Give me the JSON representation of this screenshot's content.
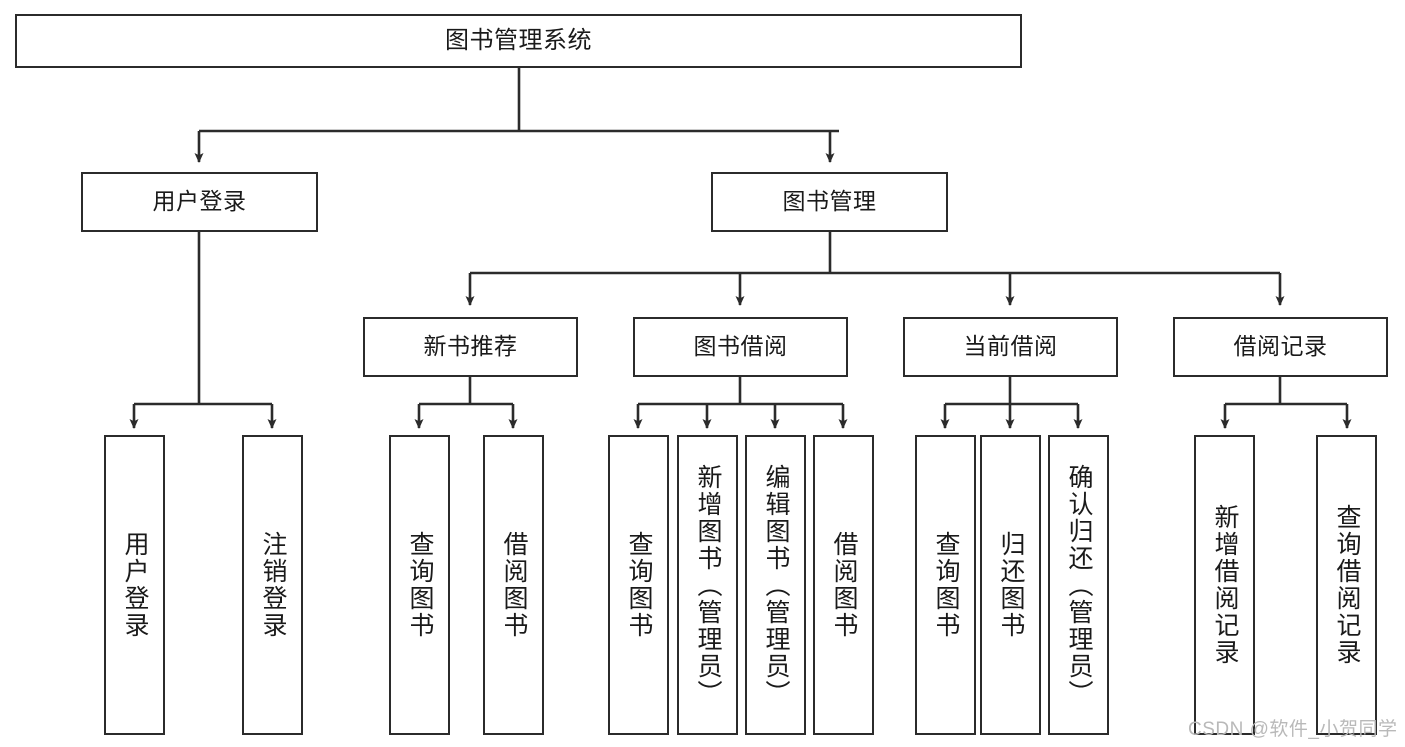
{
  "diagram": {
    "type": "hierarchy-tree",
    "title": "图书管理系统",
    "root": {
      "id": "root",
      "label": "图书管理系统"
    },
    "level1": [
      {
        "id": "user-login",
        "label": "用户登录"
      },
      {
        "id": "book-manage",
        "label": "图书管理"
      }
    ],
    "level2": [
      {
        "id": "new-book-rec",
        "label": "新书推荐",
        "parent": "book-manage"
      },
      {
        "id": "book-borrow",
        "label": "图书借阅",
        "parent": "book-manage"
      },
      {
        "id": "current-borrow",
        "label": "当前借阅",
        "parent": "book-manage"
      },
      {
        "id": "borrow-record",
        "label": "借阅记录",
        "parent": "book-manage"
      }
    ],
    "leaves": [
      {
        "id": "leaf-user-login",
        "label": "用户登录",
        "parent": "user-login"
      },
      {
        "id": "leaf-user-logout",
        "label": "注销登录",
        "parent": "user-login"
      },
      {
        "id": "leaf-query-book-1",
        "label": "查询图书",
        "parent": "new-book-rec"
      },
      {
        "id": "leaf-borrow-book-1",
        "label": "借阅图书",
        "parent": "new-book-rec"
      },
      {
        "id": "leaf-query-book-2",
        "label": "查询图书",
        "parent": "book-borrow"
      },
      {
        "id": "leaf-add-book",
        "label": "新增图书（管理员）",
        "parent": "book-borrow"
      },
      {
        "id": "leaf-edit-book",
        "label": "编辑图书（管理员）",
        "parent": "book-borrow"
      },
      {
        "id": "leaf-borrow-book-2",
        "label": "借阅图书",
        "parent": "book-borrow"
      },
      {
        "id": "leaf-query-book-3",
        "label": "查询图书",
        "parent": "current-borrow"
      },
      {
        "id": "leaf-return-book",
        "label": "归还图书",
        "parent": "current-borrow"
      },
      {
        "id": "leaf-confirm-return",
        "label": "确认归还（管理员）",
        "parent": "current-borrow"
      },
      {
        "id": "leaf-add-record",
        "label": "新增借阅记录",
        "parent": "borrow-record"
      },
      {
        "id": "leaf-query-record",
        "label": "查询借阅记录",
        "parent": "borrow-record"
      }
    ]
  },
  "watermark": {
    "text": "CSDN @软件_小贺同学"
  },
  "colors": {
    "stroke": "#2b2b2b",
    "box_fill": "#ffffff",
    "text": "#1a1a1a",
    "watermark": "#b9b9b9",
    "background": "#ffffff"
  }
}
